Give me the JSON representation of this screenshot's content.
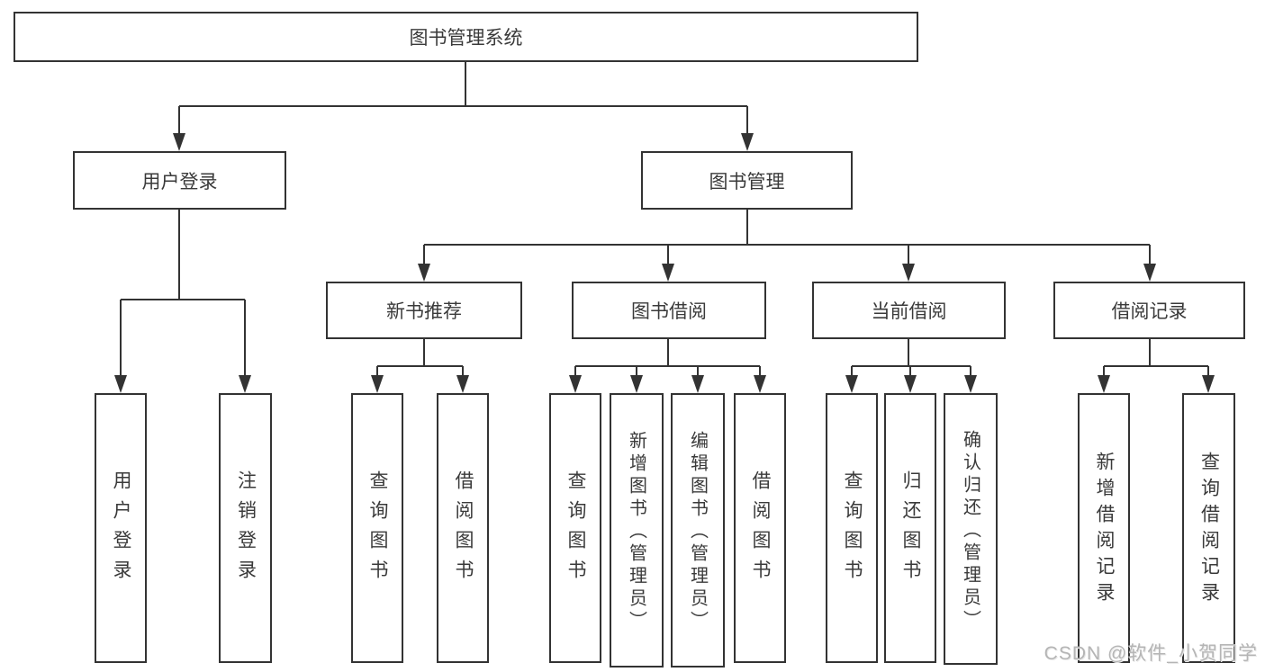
{
  "diagram": {
    "root": {
      "label": "图书管理系统"
    },
    "branches": [
      {
        "label": "用户登录",
        "children": [
          {
            "label": "用户登录"
          },
          {
            "label": "注销登录"
          }
        ]
      },
      {
        "label": "图书管理",
        "children": [
          {
            "label": "新书推荐",
            "children": [
              {
                "label": "查询图书"
              },
              {
                "label": "借阅图书"
              }
            ]
          },
          {
            "label": "图书借阅",
            "children": [
              {
                "label": "查询图书"
              },
              {
                "label": "新增图书（管理员）"
              },
              {
                "label": "编辑图书（管理员）"
              },
              {
                "label": "借阅图书"
              }
            ]
          },
          {
            "label": "当前借阅",
            "children": [
              {
                "label": "查询图书"
              },
              {
                "label": "归还图书"
              },
              {
                "label": "确认归还（管理员）"
              }
            ]
          },
          {
            "label": "借阅记录",
            "children": [
              {
                "label": "新增借阅记录"
              },
              {
                "label": "查询借阅记录"
              }
            ]
          }
        ]
      }
    ]
  },
  "watermark": {
    "text": "CSDN @软件_小贺同学"
  },
  "colors": {
    "line": "#333333",
    "box_border": "#333333",
    "text": "#3a3a3a",
    "watermark": "#b5b5b5",
    "background": "#ffffff"
  }
}
